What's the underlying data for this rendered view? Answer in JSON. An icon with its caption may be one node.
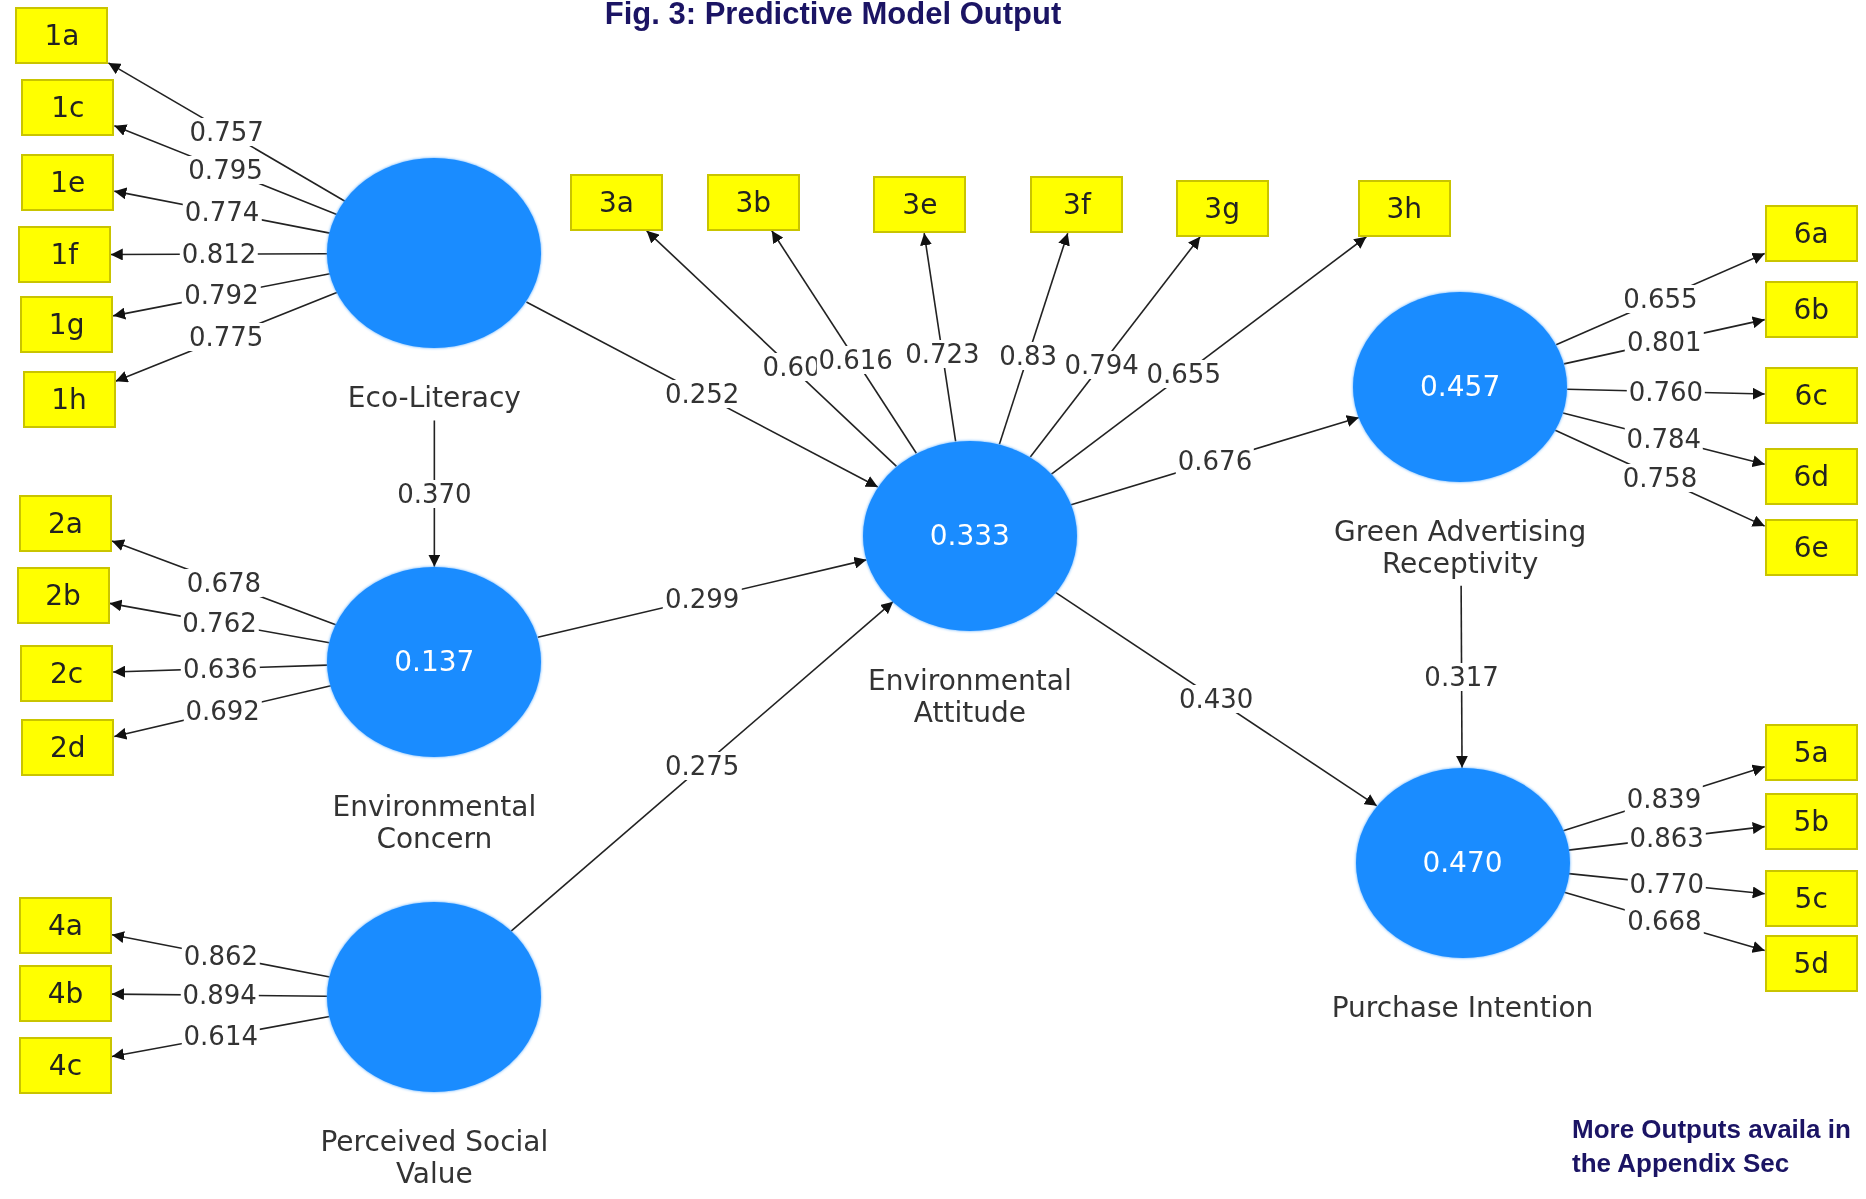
{
  "diagram": {
    "title": "Fig. 3: Predictive Model Output",
    "nodes": [
      {
        "text": [
          "1a"
        ]
      },
      {
        "text": [
          "1c"
        ]
      },
      {
        "text": [
          "1e"
        ]
      },
      {
        "text": [
          "1f"
        ]
      },
      {
        "text": [
          "1g"
        ]
      },
      {
        "text": [
          "1h"
        ]
      },
      {
        "text": [
          "Eco-Literacy"
        ]
      },
      {
        "text": [
          "3a"
        ]
      },
      {
        "text": [
          "3b"
        ]
      },
      {
        "text": [
          "3e"
        ]
      },
      {
        "text": [
          "3f"
        ]
      },
      {
        "text": [
          "3g"
        ]
      },
      {
        "text": [
          "3h"
        ]
      },
      {
        "text": [
          "6a"
        ]
      },
      {
        "text": [
          "6b"
        ]
      },
      {
        "text": [
          "6c"
        ]
      },
      {
        "text": [
          "6d"
        ]
      },
      {
        "text": [
          "6e"
        ]
      },
      {
        "text": [
          "0.457",
          "Green Advertising Receptivity"
        ]
      },
      {
        "text": [
          "0.333",
          "Environmental Attitude"
        ]
      },
      {
        "text": [
          "2a"
        ]
      },
      {
        "text": [
          "2b"
        ]
      },
      {
        "text": [
          "2c"
        ]
      },
      {
        "text": [
          "2d"
        ]
      },
      {
        "text": [
          "0.137",
          "Environmental Concern"
        ]
      },
      {
        "text": [
          "0.470",
          "Purchase Intention"
        ]
      },
      {
        "text": [
          "5a"
        ]
      },
      {
        "text": [
          "5b"
        ]
      },
      {
        "text": [
          "5c"
        ]
      },
      {
        "text": [
          "5d"
        ]
      },
      {
        "text": [
          "4a"
        ]
      },
      {
        "text": [
          "4b"
        ]
      },
      {
        "text": [
          "4c"
        ]
      },
      {
        "text": [
          "Perceived Social Value"
        ]
      }
    ],
    "edges": [
      {
        "from": 6,
        "to": 0,
        "arrow": "to",
        "label": "0.757"
      },
      {
        "from": 6,
        "to": 1,
        "arrow": "to",
        "label": "0.795"
      },
      {
        "from": 6,
        "to": 2,
        "arrow": "to",
        "label": "0.774"
      },
      {
        "from": 6,
        "to": 3,
        "arrow": "to",
        "label": "0.812"
      },
      {
        "from": 6,
        "to": 4,
        "arrow": "to",
        "label": "0.792"
      },
      {
        "from": 6,
        "to": 5,
        "arrow": "to",
        "label": "0.775"
      },
      {
        "from": 19,
        "to": 7,
        "arrow": "to",
        "label": "0.60"
      },
      {
        "from": 19,
        "to": 8,
        "arrow": "to",
        "label": "0.616"
      },
      {
        "from": 19,
        "to": 9,
        "arrow": "to",
        "label": "0.723"
      },
      {
        "from": 19,
        "to": 10,
        "arrow": "to",
        "label": "0.83"
      },
      {
        "from": 19,
        "to": 11,
        "arrow": "to",
        "label": "0.794"
      },
      {
        "from": 19,
        "to": 12,
        "arrow": "to",
        "label": "0.655"
      },
      {
        "from": 18,
        "to": 13,
        "arrow": "to",
        "label": "0.655"
      },
      {
        "from": 18,
        "to": 14,
        "arrow": "to",
        "label": "0.801"
      },
      {
        "from": 18,
        "to": 15,
        "arrow": "to",
        "label": "0.760"
      },
      {
        "from": 18,
        "to": 16,
        "arrow": "to",
        "label": "0.784"
      },
      {
        "from": 18,
        "to": 17,
        "arrow": "to",
        "label": "0.758"
      },
      {
        "from": 24,
        "to": 20,
        "arrow": "to",
        "label": "0.678"
      },
      {
        "from": 24,
        "to": 21,
        "arrow": "to",
        "label": "0.762"
      },
      {
        "from": 24,
        "to": 22,
        "arrow": "to",
        "label": "0.636"
      },
      {
        "from": 24,
        "to": 23,
        "arrow": "to",
        "label": "0.692"
      },
      {
        "from": 25,
        "to": 26,
        "arrow": "to",
        "label": "0.839"
      },
      {
        "from": 25,
        "to": 27,
        "arrow": "to",
        "label": "0.863"
      },
      {
        "from": 25,
        "to": 28,
        "arrow": "to",
        "label": "0.770"
      },
      {
        "from": 25,
        "to": 29,
        "arrow": "to",
        "label": "0.668"
      },
      {
        "from": 33,
        "to": 30,
        "arrow": "to",
        "label": "0.862"
      },
      {
        "from": 33,
        "to": 31,
        "arrow": "to",
        "label": "0.894"
      },
      {
        "from": 33,
        "to": 32,
        "arrow": "to",
        "label": "0.614"
      },
      {
        "from": 6,
        "to": 24,
        "arrow": "to",
        "label": "0.370"
      },
      {
        "from": 6,
        "to": 19,
        "arrow": "to",
        "label": "0.252"
      },
      {
        "from": 24,
        "to": 19,
        "arrow": "to",
        "label": "0.299"
      },
      {
        "from": 33,
        "to": 19,
        "arrow": "to",
        "label": "0.275"
      },
      {
        "from": 19,
        "to": 18,
        "arrow": "to",
        "label": "0.676"
      },
      {
        "from": 19,
        "to": 25,
        "arrow": "to",
        "label": "0.430"
      },
      {
        "from": 18,
        "to": 25,
        "arrow": "to",
        "label": "0.317"
      }
    ],
    "labels": [
      "More Outputs availa in the Appendix Sec"
    ]
  }
}
